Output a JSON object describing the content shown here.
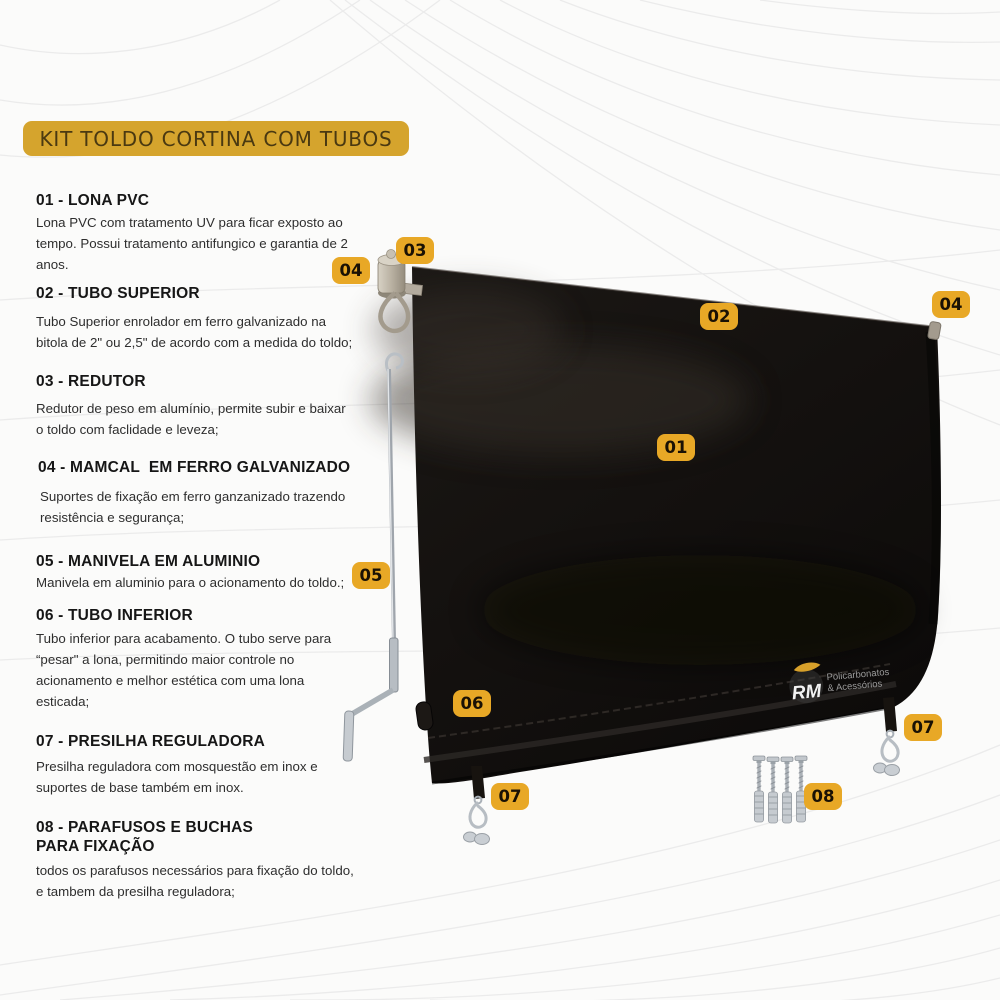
{
  "title": {
    "label": "KIT TOLDO CORTINA COM TUBOS"
  },
  "sections": [
    {
      "id": "01",
      "heading": "01 - LONA PVC",
      "body": "Lona PVC com tratamento UV para ficar exposto ao\ntempo. Possui tratamento antifungico e garantia de 2\nanos."
    },
    {
      "id": "02",
      "heading": "02 - TUBO SUPERIOR",
      "body": "Tubo Superior enrolador em ferro galvanizado na\nbitola de 2\" ou 2,5\" de acordo com a medida do toldo;"
    },
    {
      "id": "03",
      "heading": "03 - REDUTOR",
      "body": "Redutor de peso em alumínio, permite subir e baixar\no toldo com faclidade e leveza;"
    },
    {
      "id": "04",
      "heading": "04 - MAMCAL  EM FERRO GALVANIZADO",
      "body": "Suportes de fixação em ferro ganzanizado trazendo\nresistência e segurança;"
    },
    {
      "id": "05",
      "heading": "05 - MANIVELA EM ALUMINIO",
      "body": "Manivela em aluminio para o acionamento do toldo.;"
    },
    {
      "id": "06",
      "heading": "06 - TUBO INFERIOR",
      "body": "Tubo inferior para acabamento. O tubo serve para\n“pesar\" a lona, permitindo maior controle no\nacionamento e melhor estética com uma lona\nesticada;"
    },
    {
      "id": "07",
      "heading": "07 - PRESILHA REGULADORA",
      "body": "Presilha reguladora com mosquestão em inox e\nsuportes de base também em inox."
    },
    {
      "id": "08",
      "heading": "08 - PARAFUSOS E BUCHAS\nPARA FIXAÇÃO",
      "body": "todos os parafusos necessários para fixação do toldo,\ne tambem da presilha reguladora;"
    }
  ],
  "figure": {
    "badges": {
      "b01": "01",
      "b02": "02",
      "b03": "03",
      "b04_left": "04",
      "b04_right": "04",
      "b05": "05",
      "b06": "06",
      "b07_left": "07",
      "b07_right": "07",
      "b08": "08"
    },
    "logo": {
      "abbr": "RM",
      "line1": "Policarbonatos",
      "line2": "& Acessórios"
    }
  },
  "colors": {
    "title_bg": "#d5a42d",
    "title_text": "#4a3911",
    "badge_bg": "#e8a826",
    "badge_text": "#1a1104",
    "tarp": "#141110",
    "background": "#fbfbfa",
    "pattern_line": "#ebebeb",
    "logo_gold": "#d7a02a"
  }
}
